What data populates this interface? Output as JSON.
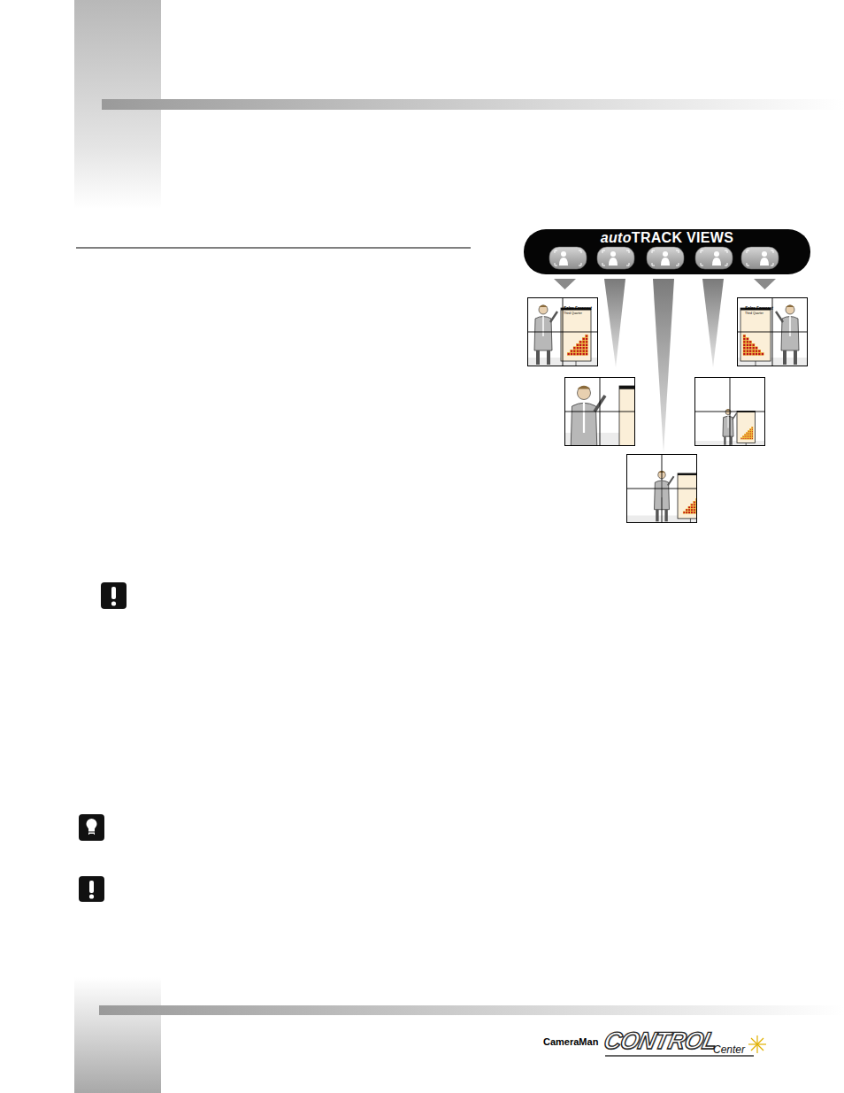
{
  "diagram": {
    "nodes": [
      {
        "text": [
          "auto",
          "TRACK VIEWS"
        ]
      }
    ],
    "edges": [],
    "labels": [
      "Sales Forecast",
      "Third Quarter",
      "Sales Forecast",
      "Third Quarter",
      "CameraMan",
      "CONTROL",
      "Center"
    ]
  }
}
